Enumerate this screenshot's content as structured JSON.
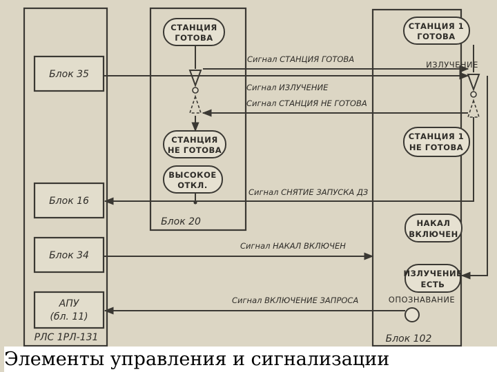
{
  "diagram": {
    "blocks_left": {
      "block35": "Блок 35",
      "block16": "Блок 16",
      "block34": "Блок 34",
      "apu_line1": "АПУ",
      "apu_line2": "(бл. 11)",
      "frame_label": "РЛС 1РЛ-131"
    },
    "block20": {
      "label": "Блок 20",
      "station_ready": [
        "СТАНЦИЯ",
        "ГОТОВА"
      ],
      "station_not_ready": [
        "СТАНЦИЯ",
        "НЕ ГОТОВА"
      ],
      "high_off": [
        "ВЫСОКОЕ",
        "ОТКЛ."
      ]
    },
    "block102": {
      "label": "Блок 102",
      "station1_ready": [
        "СТАНЦИЯ 1",
        "ГОТОВА"
      ],
      "emission_label": "ИЗЛУЧЕНИЕ",
      "station1_not_ready": [
        "СТАНЦИЯ 1",
        "НЕ ГОТОВА"
      ],
      "heat_on": [
        "НАКАЛ",
        "ВКЛЮЧЕН"
      ],
      "emission_present": [
        "ИЗЛУЧЕНИЕ",
        "ЕСТЬ"
      ],
      "identification": "ОПОЗНАВАНИЕ"
    },
    "signals": {
      "station_ready": "Сигнал СТАНЦИЯ ГОТОВА",
      "emission": "Сигнал ИЗЛУЧЕНИЕ",
      "station_not_ready": "Сигнал СТАНЦИЯ НЕ ГОТОВА",
      "launch_removal": "Сигнал СНЯТИЕ ЗАПУСКА ДЗ",
      "heat_on": "Сигнал НАКАЛ ВКЛЮЧЕН",
      "request_on": "Сигнал ВКЛЮЧЕНИЕ ЗАПРОСА"
    }
  },
  "caption": "Элементы управления и сигнализации"
}
